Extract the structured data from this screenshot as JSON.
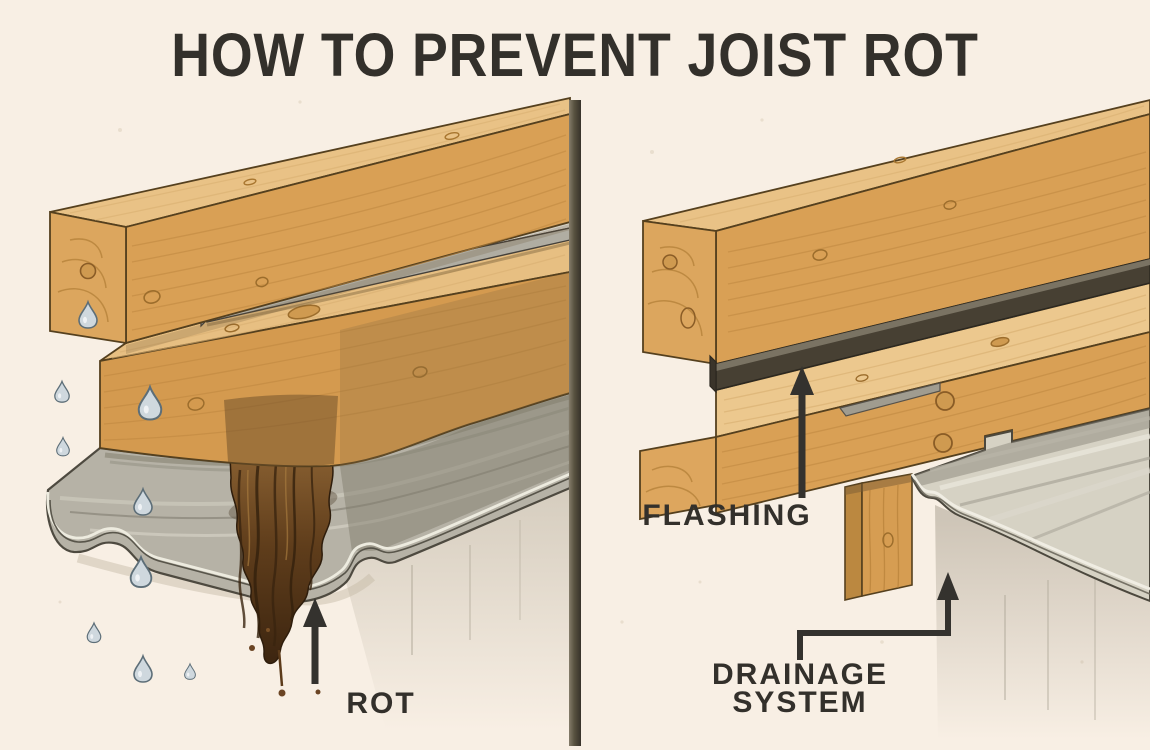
{
  "title": "HOW TO PREVENT JOIST ROT",
  "left_panel": {
    "rot_label": "ROT"
  },
  "right_panel": {
    "flashing_label": "FLASHING",
    "drainage_label": [
      "DRAINAGE",
      "SYSTEM"
    ]
  },
  "icons": {
    "water_drop": "water-drop-icon",
    "rot_arrow": "up-arrow-icon",
    "flashing_arrow": "up-arrow-icon",
    "drainage_arrow": "elbow-up-arrow-icon"
  },
  "colors": {
    "background": "#f8efe4",
    "wood_front": "#d9a055",
    "wood_top": "#e9c286",
    "wood_end_grain": "#dca65e",
    "metal_pan_gray": "#b6b2a6",
    "right_pan_gray": "#d6d2c4",
    "flashing_dark": "#474033",
    "rot_brown": "#5f3d1b",
    "water_blue": "#cfd8de",
    "divider": "#57513f",
    "label_ink": "#33302b"
  }
}
